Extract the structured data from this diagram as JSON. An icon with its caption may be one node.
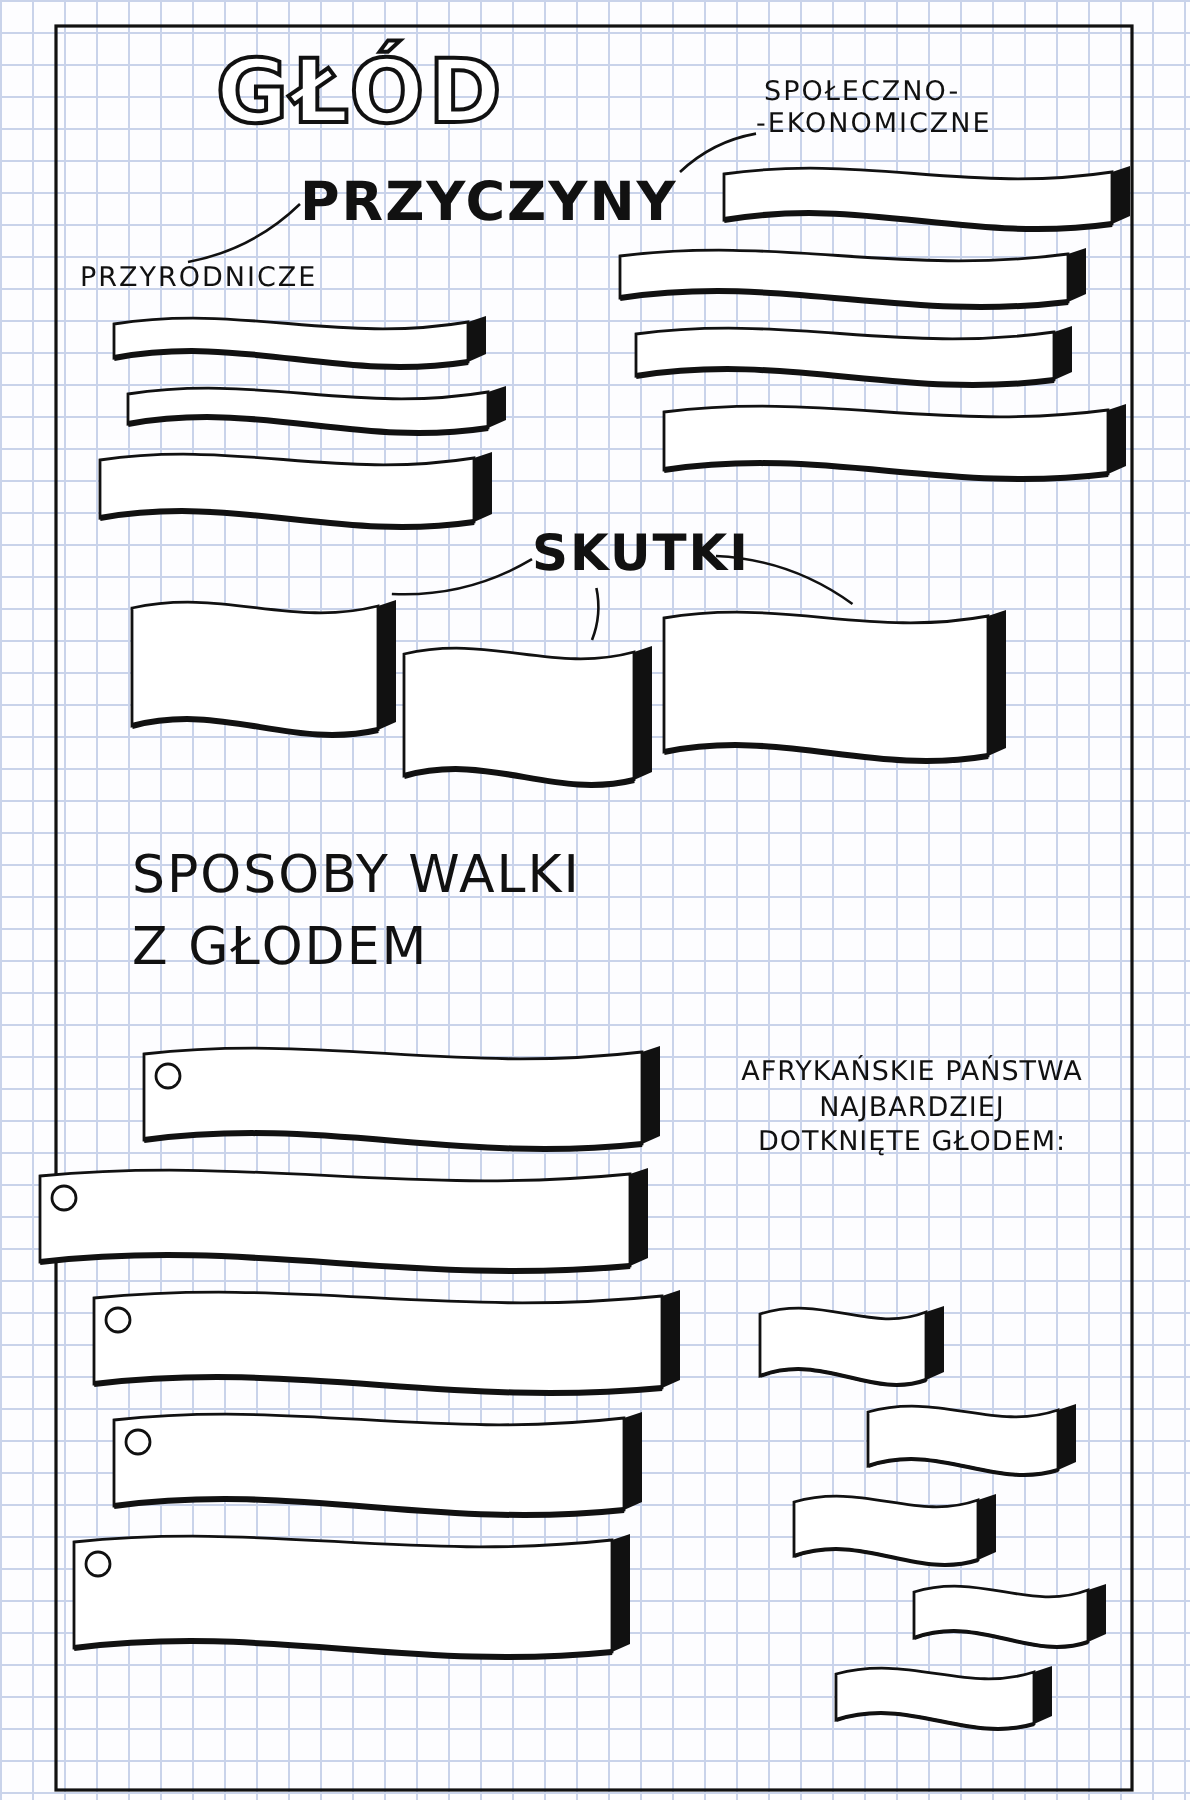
{
  "diagram": {
    "title": "GŁÓD",
    "nodes": [
      {
        "text": [
          "PRZYCZYNY"
        ]
      },
      {
        "text": [
          "PRZYRODNICZE"
        ]
      },
      {
        "text": [
          "SPOŁECZNO- -EKONOMICZNE"
        ]
      },
      {
        "text": [],
        "shape": "banner"
      },
      {
        "text": [],
        "shape": "banner"
      },
      {
        "text": [],
        "shape": "banner"
      },
      {
        "text": [],
        "shape": "banner"
      },
      {
        "text": [],
        "shape": "banner"
      },
      {
        "text": [],
        "shape": "banner"
      },
      {
        "text": [],
        "shape": "banner"
      },
      {
        "text": [
          "SKUTKI"
        ]
      },
      {
        "text": [],
        "shape": "banner"
      },
      {
        "text": [],
        "shape": "banner"
      },
      {
        "text": [],
        "shape": "banner"
      },
      {
        "text": [],
        "shape": "banner"
      },
      {
        "text": [],
        "shape": "banner"
      },
      {
        "text": [],
        "shape": "banner"
      },
      {
        "text": [],
        "shape": "banner"
      },
      {
        "text": [],
        "shape": "banner"
      },
      {
        "text": [],
        "shape": "flag"
      },
      {
        "text": [],
        "shape": "flag"
      },
      {
        "text": [],
        "shape": "flag"
      },
      {
        "text": [],
        "shape": "flag"
      },
      {
        "text": [],
        "shape": "flag"
      }
    ],
    "edges": [
      {
        "from": 0,
        "to": 1,
        "arrow": "none"
      },
      {
        "from": 0,
        "to": 2,
        "arrow": "none"
      },
      {
        "from": 10,
        "to": 11,
        "arrow": "none"
      },
      {
        "from": 10,
        "to": 12,
        "arrow": "none"
      },
      {
        "from": 10,
        "to": 13,
        "arrow": "none"
      }
    ],
    "labels": [
      "SPOSOBY WALKI Z GŁODEM",
      "AFRYKAŃSKIE PAŃSTWA NAJBARDZIEJ DOTKNIĘTE GŁODEM:"
    ]
  }
}
